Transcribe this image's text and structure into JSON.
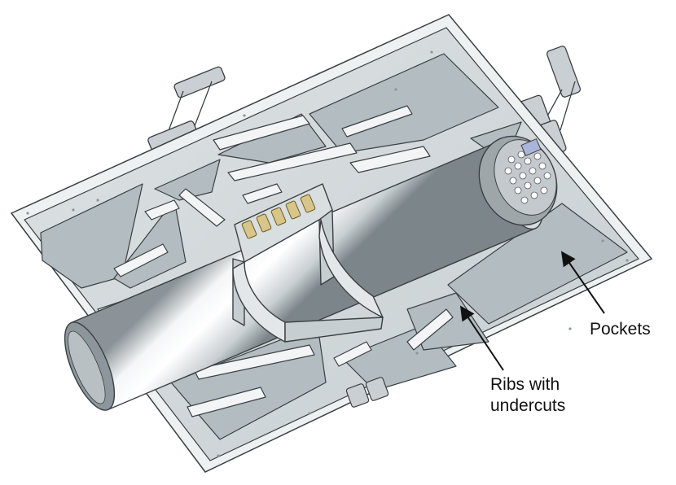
{
  "annotations": {
    "pockets": "Pockets",
    "ribs_line1": "Ribs with",
    "ribs_line2": "undercuts"
  },
  "colors": {
    "plate": "#d4dadd",
    "pocket": "#b2bcc1",
    "rib": "#f2f4f5",
    "cylinder_light": "#ffffff",
    "cylinder_dark": "#8b9398",
    "outline": "#3a3f42",
    "connector": "#d8c58a"
  }
}
